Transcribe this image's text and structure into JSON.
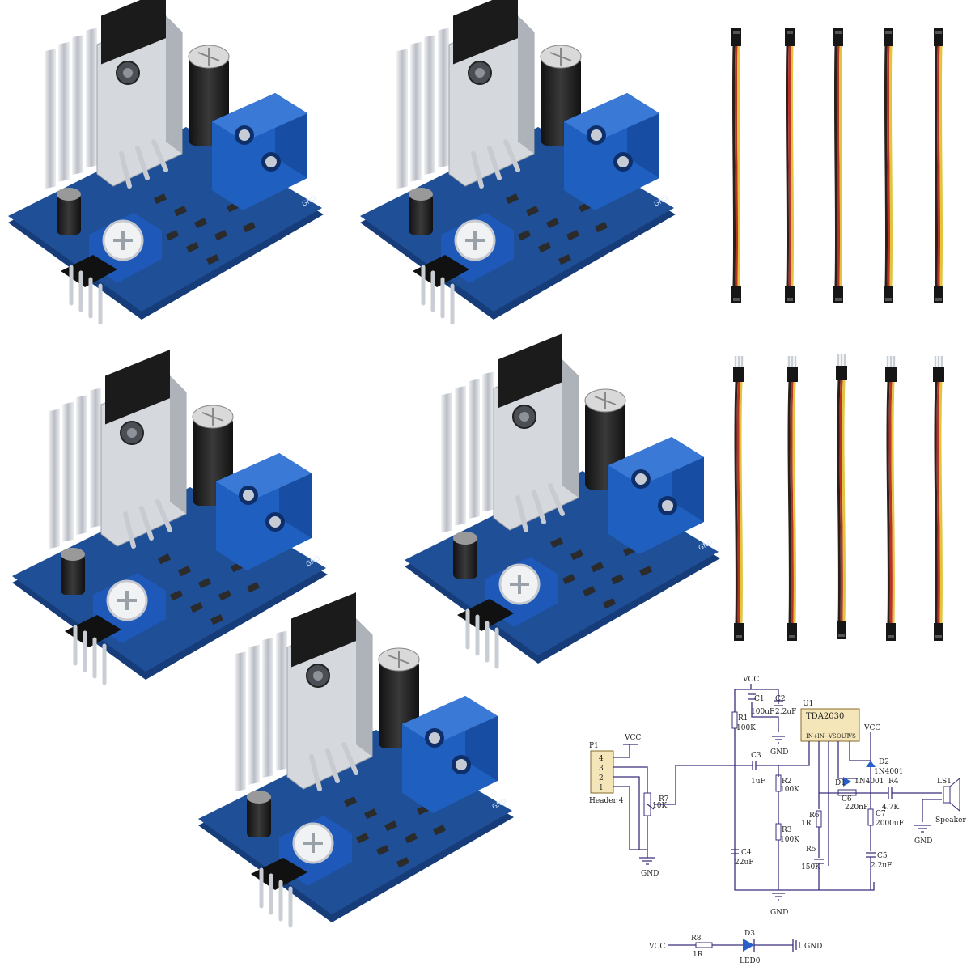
{
  "product": {
    "board_count": 5,
    "cable_count_top": 5,
    "cable_count_bottom": 5,
    "colors": {
      "pcb": "#1f4f96",
      "pcb_dark": "#163d7a",
      "terminal": "#1f5fbf",
      "heatsink": "#c9ccd2",
      "cable_red": "#b8322a",
      "cable_yellow": "#e2c43a",
      "cable_black": "#2b2018",
      "schematic_line": "#3a2f7a",
      "schematic_label": "#8a3a1a"
    }
  },
  "schematic": {
    "ic": {
      "ref": "U1",
      "part": "TDA2030",
      "pins": [
        "IN+",
        "IN-",
        "-VS",
        "OUT",
        "VS"
      ]
    },
    "header": {
      "ref": "P1",
      "name": "Header 4",
      "pins": [
        "4",
        "3",
        "2",
        "1"
      ]
    },
    "supply": {
      "vcc": "VCC",
      "gnd": "GND"
    },
    "components": [
      {
        "ref": "C1",
        "value": "100uF"
      },
      {
        "ref": "C2",
        "value": "2.2uF"
      },
      {
        "ref": "R1",
        "value": "100K"
      },
      {
        "ref": "C3",
        "value": "1uF"
      },
      {
        "ref": "R2",
        "value": "100K"
      },
      {
        "ref": "R3",
        "value": "100K"
      },
      {
        "ref": "R7",
        "value": "10K"
      },
      {
        "ref": "C4",
        "value": "22uF"
      },
      {
        "ref": "R4",
        "value": "4.7K"
      },
      {
        "ref": "C5",
        "value": "2.2uF"
      },
      {
        "ref": "R5",
        "value": "150K"
      },
      {
        "ref": "R6",
        "value": "1R"
      },
      {
        "ref": "C6",
        "value": "220nF"
      },
      {
        "ref": "C7",
        "value": "2000uF"
      },
      {
        "ref": "D1",
        "value": "1N4001"
      },
      {
        "ref": "D2",
        "value": "1N4001"
      },
      {
        "ref": "LS1",
        "value": "Speaker"
      }
    ],
    "led_circuit": {
      "vcc": "VCC",
      "r_ref": "R8",
      "r_value": "1R",
      "d_ref": "D3",
      "d_value": "LED0",
      "gnd": "GND"
    }
  }
}
